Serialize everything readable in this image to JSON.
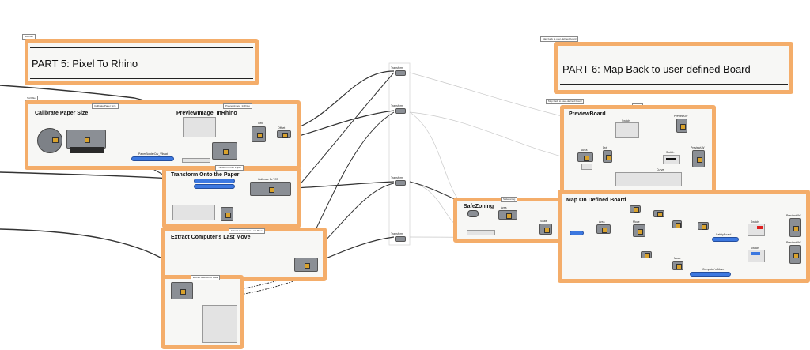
{
  "titles": {
    "part5": "PART 5: Pixel To Rhino",
    "part6": "PART 6: Map Back to user-defined Board"
  },
  "groups": {
    "calibrate": "Calibrate Paper Size",
    "preview_image": "PreviewImage_InRhino",
    "transform_onto_paper": "Transform Onto the Paper",
    "extract_last_move": "Extract Computer's Last Move",
    "safe_zoning": "SafeZoning",
    "preview_board": "PreviewBoard",
    "map_on_board": "Map On Defined Board"
  },
  "node_labels": {
    "paper_border": "PaperBorderCrv_Vlistat",
    "calibrate_tcp": "Calibrate Br.TCP",
    "computers_move": "Computer's Move",
    "safety_board": "SafetyBoard",
    "dot": "Dot",
    "move": "Move",
    "area": "Area",
    "switch": "Switch",
    "relay_transform": "Transform",
    "preview": "PreviewLW",
    "curve": "Curve",
    "cell": "Cell",
    "offset": "Offset",
    "scale": "Scale"
  },
  "colors": {
    "group_border": "#f4ad6a",
    "group_fill": "#f7f7f5",
    "wire": "#3a3a3a",
    "component": "#8b8f95",
    "accent_blue": "#3c78e0",
    "accent_red": "#e02020"
  }
}
